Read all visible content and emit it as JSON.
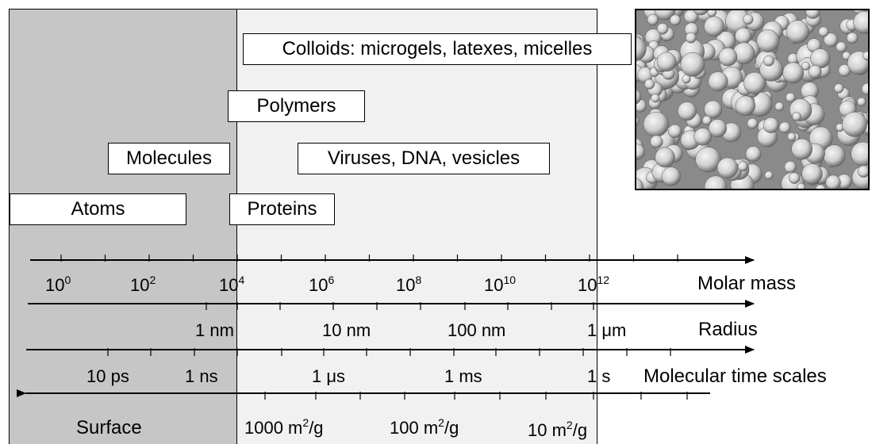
{
  "categories": [
    {
      "id": "colloids",
      "label": "Colloids: microgels, latexes, micelles"
    },
    {
      "id": "polymers",
      "label": "Polymers"
    },
    {
      "id": "molecules",
      "label": "Molecules"
    },
    {
      "id": "viruses",
      "label": "Viruses, DNA, vesicles"
    },
    {
      "id": "atoms",
      "label": "Atoms"
    },
    {
      "id": "proteins",
      "label": "Proteins"
    }
  ],
  "photo": {
    "subject": "colloidal-spheres-micrograph"
  },
  "scales": {
    "molar_mass": {
      "name": "Molar mass",
      "direction": "right",
      "labels": [
        {
          "base": "10",
          "exp": "0"
        },
        {
          "base": "10",
          "exp": "2"
        },
        {
          "base": "10",
          "exp": "4"
        },
        {
          "base": "10",
          "exp": "6"
        },
        {
          "base": "10",
          "exp": "8"
        },
        {
          "base": "10",
          "exp": "10"
        },
        {
          "base": "10",
          "exp": "12"
        }
      ]
    },
    "radius": {
      "name": "Radius",
      "direction": "right",
      "labels": [
        {
          "text": "1 nm"
        },
        {
          "text": "10 nm"
        },
        {
          "text": "100 nm"
        },
        {
          "text": "1 μm"
        }
      ]
    },
    "time": {
      "name": "Molecular time scales",
      "direction": "right",
      "labels": [
        {
          "text": "10 ps"
        },
        {
          "text": "1 ns"
        },
        {
          "text": "1 μs"
        },
        {
          "text": "1 ms"
        },
        {
          "text": "1 s"
        }
      ]
    },
    "surface": {
      "name": "Surface",
      "direction": "left",
      "labels": [
        {
          "text": "1000 m",
          "sup": "2",
          "tail": "/g"
        },
        {
          "text": "100 m",
          "sup": "2",
          "tail": "/g"
        },
        {
          "text": "10 m",
          "sup": "2",
          "tail": "/g"
        }
      ]
    }
  }
}
